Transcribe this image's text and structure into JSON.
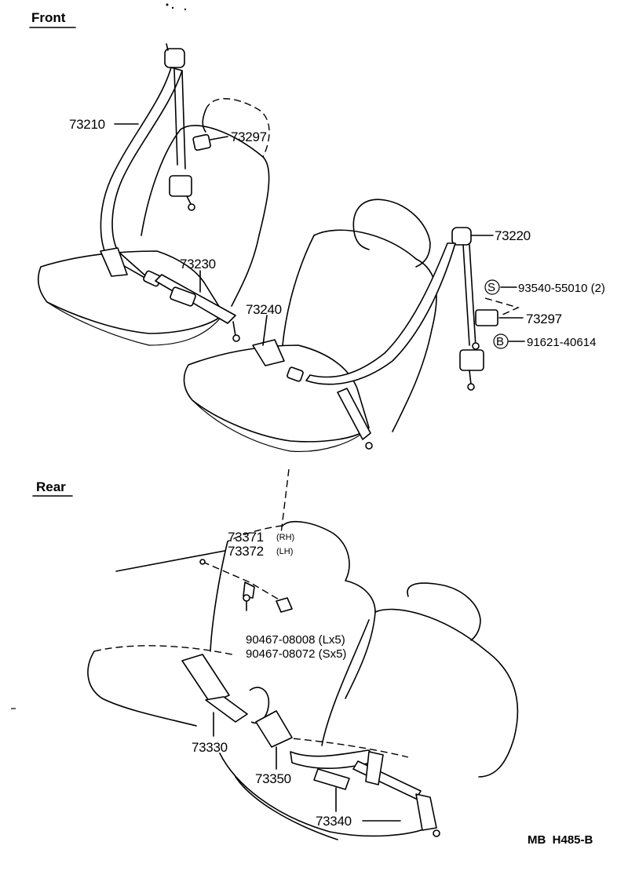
{
  "sections": {
    "front": "Front",
    "rear": "Rear"
  },
  "front_parts": {
    "p73210": "73210",
    "p73297a": "73297",
    "p73230": "73230",
    "p73240": "73240",
    "p73220": "73220",
    "bolt_s": "93540-55010 (2)",
    "p73297b": "73297",
    "bolt_b": "91621-40614",
    "marker_s": "S",
    "marker_b": "B"
  },
  "rear_parts": {
    "p73371": "73371",
    "p73371_side": "(RH)",
    "p73372": "73372",
    "p73372_side": "(LH)",
    "clip1": "90467-08008 (Lx5)",
    "clip2": "90467-08072 (Sx5)",
    "p73330": "73330",
    "p73350": "73350",
    "p73340": "73340"
  },
  "figure_code": "MB  H485-B"
}
